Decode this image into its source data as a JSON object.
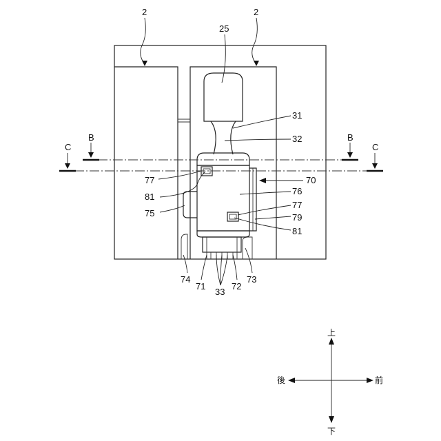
{
  "labels": {
    "l2a": "2",
    "l2b": "2",
    "l25": "25",
    "l31": "31",
    "l32": "32",
    "lBL": "B",
    "lBR": "B",
    "lCL": "C",
    "lCR": "C",
    "l70": "70",
    "l77a": "77",
    "l81a": "81",
    "l76": "76",
    "l77b": "77",
    "l75": "75",
    "l79": "79",
    "l81b": "81",
    "l74": "74",
    "l71": "71",
    "l33": "33",
    "l72": "72",
    "l73": "73"
  },
  "compass": {
    "up": "上",
    "down": "下",
    "back": "後",
    "front": "前"
  }
}
